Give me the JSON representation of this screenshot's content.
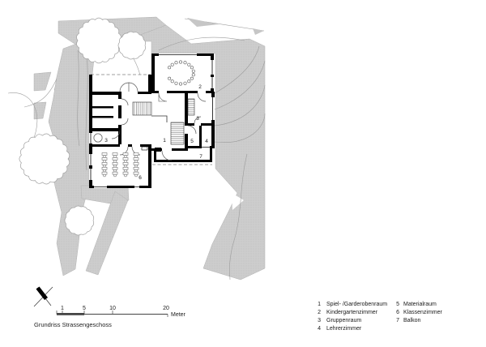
{
  "title": "Grundriss Strassengeschoss",
  "scale_bar": {
    "tick_1": "1",
    "tick_5": "5",
    "tick_10": "10",
    "tick_20": "20",
    "unit": "Meter"
  },
  "legend": {
    "items": [
      {
        "num": "1",
        "label": "Spiel- /Garderobenraum"
      },
      {
        "num": "2",
        "label": "Kindergartenzimmer"
      },
      {
        "num": "3",
        "label": "Gruppenraum"
      },
      {
        "num": "4",
        "label": "Lehrerzimmer"
      },
      {
        "num": "5",
        "label": "Materialraum"
      },
      {
        "num": "6",
        "label": "Klassenzimmer"
      },
      {
        "num": "7",
        "label": "Balkon"
      }
    ]
  },
  "plan": {
    "room_labels": [
      {
        "text": "1"
      },
      {
        "text": "2"
      },
      {
        "text": "3"
      },
      {
        "text": "3"
      },
      {
        "text": "4"
      },
      {
        "text": "5"
      },
      {
        "text": "6"
      },
      {
        "text": "7"
      }
    ]
  },
  "colors": {
    "terrain_fill": "#cdcdcd",
    "terrain_dot": "#b9b9b9",
    "contour_line": "#9c9c9c",
    "wall": "#000000",
    "tree_outline": "#9f9f9f"
  }
}
